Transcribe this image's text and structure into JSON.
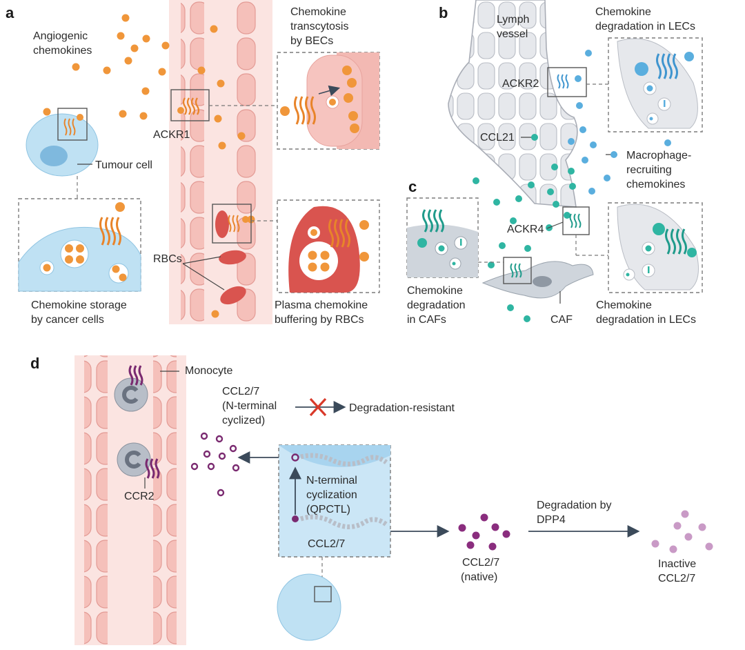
{
  "panels": {
    "a": "a",
    "b": "b",
    "c": "c",
    "d": "d"
  },
  "panel_a": {
    "angiogenic_line1": "Angiogenic",
    "angiogenic_line2": "chemokines",
    "transcytosis_line1": "Chemokine",
    "transcytosis_line2": "transcytosis",
    "transcytosis_line3": "by BECs",
    "ackr1": "ACKR1",
    "tumour_cell": "Tumour cell",
    "rbcs": "RBCs",
    "storage_line1": "Chemokine storage",
    "storage_line2": "by cancer cells",
    "buffering_line1": "Plasma chemokine",
    "buffering_line2": "buffering by RBCs"
  },
  "panel_b": {
    "lymph_line1": "Lymph",
    "lymph_line2": "vessel",
    "lec_top_line1": "Chemokine",
    "lec_top_line2": "degradation in LECs",
    "ackr2": "ACKR2",
    "ccl21": "CCL21",
    "macrophage_line1": "Macrophage-",
    "macrophage_line2": "recruiting",
    "macrophage_line3": "chemokines"
  },
  "panel_c": {
    "ackr4": "ACKR4",
    "caf_line1": "Chemokine",
    "caf_line2": "degradation",
    "caf_line3": "in CAFs",
    "caf": "CAF",
    "lec_bottom_line1": "Chemokine",
    "lec_bottom_line2": "degradation in LECs"
  },
  "panel_d": {
    "monocyte": "Monocyte",
    "ccr2": "CCR2",
    "cyclized_line1": "CCL2/7",
    "cyclized_line2": "(N-terminal",
    "cyclized_line3": "cyclized)",
    "degradation_resistant": "Degradation-resistant",
    "cyclization_line1": "N-terminal",
    "cyclization_line2": "cyclization",
    "cyclization_line3": "(QPCTL)",
    "ccl27_cell": "CCL2/7",
    "native_line1": "CCL2/7",
    "native_line2": "(native)",
    "dpp4_line1": "Degradation by",
    "dpp4_line2": "DPP4",
    "inactive_line1": "Inactive",
    "inactive_line2": "CCL2/7"
  },
  "colors": {
    "orange_chemokine": "#f0963a",
    "blue_chemokine": "#5aaede",
    "teal_chemokine": "#2fb5a2",
    "purple_chemokine": "#8a2d7e",
    "inactive_chemokine": "#c99ac6",
    "vessel": "#f6c7c2",
    "rbc": "#d9544f",
    "lymph_vessel": "#dcdfe4",
    "tumour_cell": "#bfe1f3"
  }
}
